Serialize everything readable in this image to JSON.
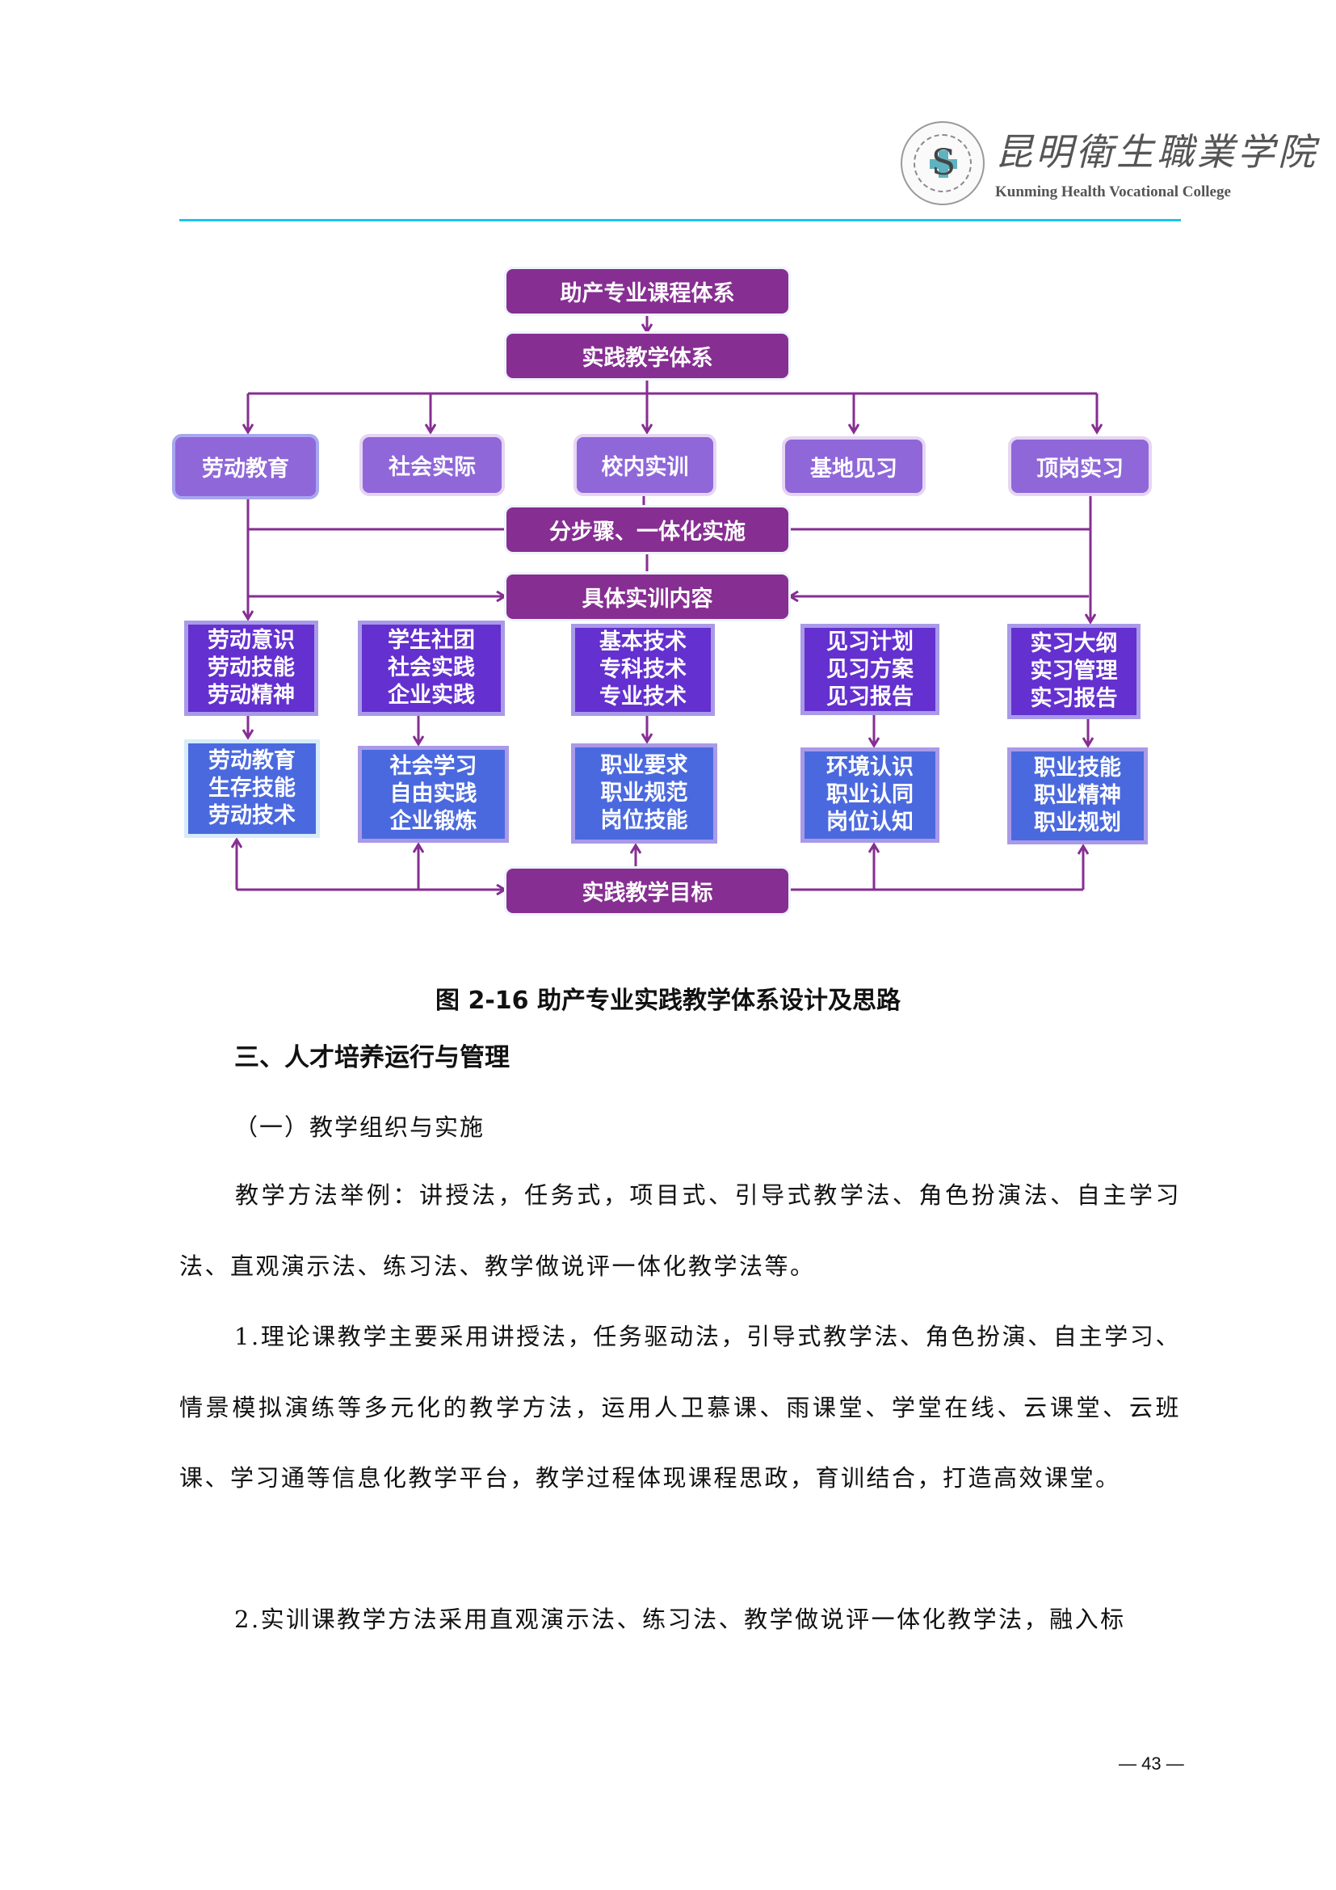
{
  "header": {
    "college_name_cn": "昆明衛生職業学院",
    "college_name_en": "Kunming Health Vocational College",
    "logo_icon": "college-seal-icon"
  },
  "diagram": {
    "line_color": "#862e92",
    "top": "助产专业课程体系",
    "system": "实践教学体系",
    "categories": [
      "劳动教育",
      "社会实际",
      "校内实训",
      "基地见习",
      "顶岗实习"
    ],
    "stepwise": "分步骤、一体化实施",
    "content": "具体实训内容",
    "details": [
      [
        "劳动意识",
        "劳动技能",
        "劳动精神"
      ],
      [
        "学生社团",
        "社会实践",
        "企业实践"
      ],
      [
        "基本技术",
        "专科技术",
        "专业技术"
      ],
      [
        "见习计划",
        "见习方案",
        "见习报告"
      ],
      [
        "实习大纲",
        "实习管理",
        "实习报告"
      ]
    ],
    "outcomes": [
      [
        "劳动教育",
        "生存技能",
        "劳动技术"
      ],
      [
        "社会学习",
        "自由实践",
        "企业锻炼"
      ],
      [
        "职业要求",
        "职业规范",
        "岗位技能"
      ],
      [
        "环境认识",
        "职业认同",
        "岗位认知"
      ],
      [
        "职业技能",
        "职业精神",
        "职业规划"
      ]
    ],
    "goal": "实践教学目标"
  },
  "caption": "图 2-16  助产专业实践教学体系设计及思路",
  "section_heading": "三、人才培养运行与管理",
  "subsection_heading": "（一）教学组织与实施",
  "paragraphs": [
    "教学方法举例：讲授法，任务式，项目式、引导式教学法、角色扮演法、自主学习法、直观演示法、练习法、教学做说评一体化教学法等。",
    "1.理论课教学主要采用讲授法，任务驱动法，引导式教学法、角色扮演、自主学习、情景模拟演练等多元化的教学方法，运用人卫慕课、雨课堂、学堂在线、云课堂、云班课、学习通等信息化教学平台，教学过程体现课程思政，育训结合，打造高效课堂。",
    "2.实训课教学方法采用直观演示法、练习法、教学做说评一体化教学法，融入标"
  ],
  "page_number": "— 43 —"
}
